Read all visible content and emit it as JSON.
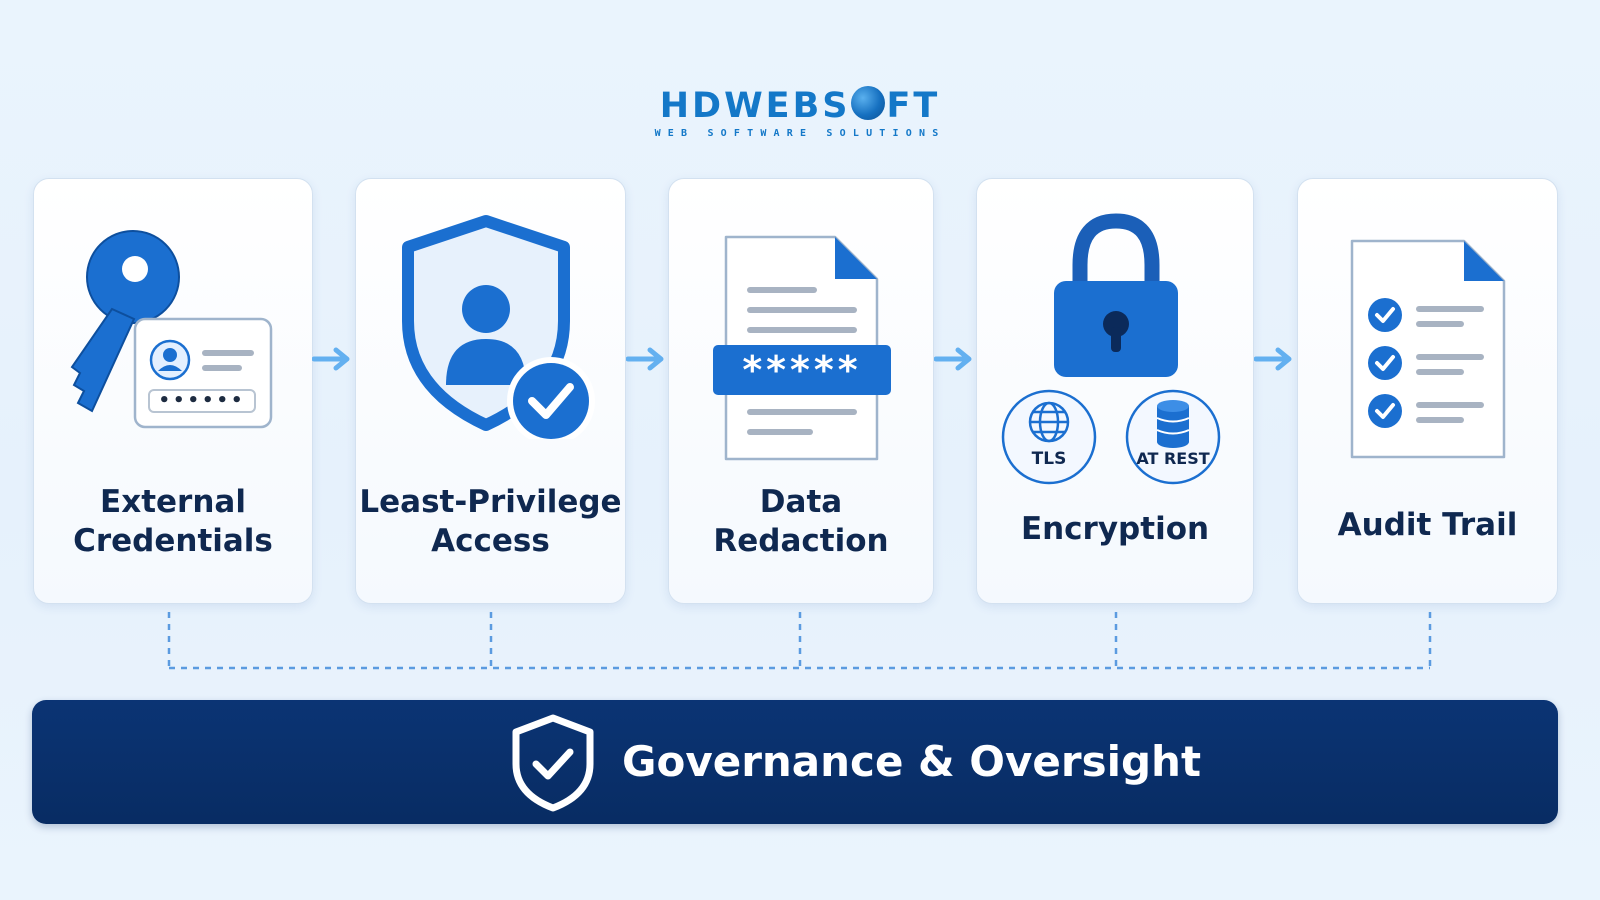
{
  "logo": {
    "main_before": "HDWEBS",
    "main_after": "FT",
    "tagline": "WEB SOFTWARE SOLUTIONS"
  },
  "steps": [
    {
      "label": "External\nCredentials",
      "icon": "key-id-card-icon"
    },
    {
      "label": "Least-Privilege\nAccess",
      "icon": "shield-user-check-icon"
    },
    {
      "label": "Data\nRedaction",
      "icon": "redacted-document-icon"
    },
    {
      "label": "Encryption",
      "icon": "padlock-icon",
      "badges": [
        "TLS",
        "AT REST"
      ]
    },
    {
      "label": "Audit Trail",
      "icon": "checklist-document-icon"
    }
  ],
  "key_card": {
    "password_mask": "••••••"
  },
  "redaction": {
    "mask": "*****"
  },
  "governance": {
    "label": "Governance & Oversight",
    "icon": "shield-check-icon"
  },
  "colors": {
    "primary_blue": "#1b6fd0",
    "dark_navy": "#082c63",
    "arrow_blue": "#63b0f0",
    "text_navy": "#0f2850"
  }
}
